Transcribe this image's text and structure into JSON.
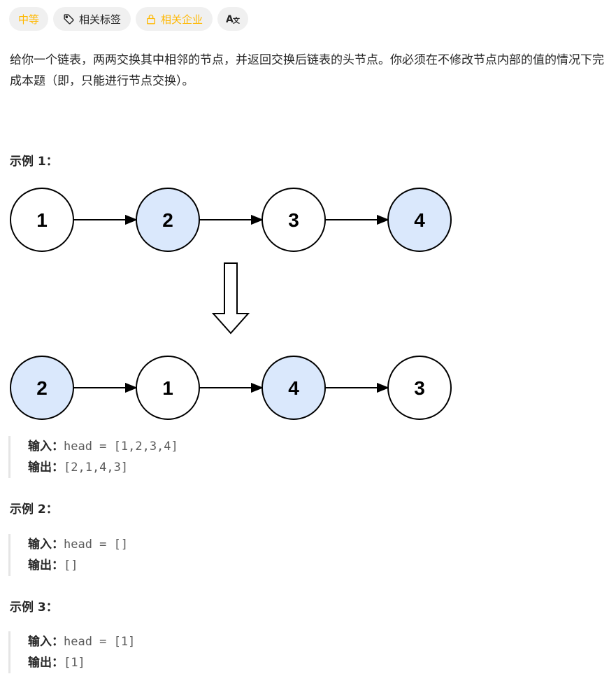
{
  "tags": {
    "difficulty": "中等",
    "related_tags": "相关标签",
    "related_companies": "相关企业"
  },
  "description": "给你一个链表，两两交换其中相邻的节点，并返回交换后链表的头节点。你必须在不修改节点内部的值的情况下完成本题（即，只能进行节点交换）。",
  "examples": [
    {
      "title": "示例 1：",
      "input_label": "输入：",
      "input_value": "head = [1,2,3,4]",
      "output_label": "输出：",
      "output_value": "[2,1,4,3]"
    },
    {
      "title": "示例 2：",
      "input_label": "输入：",
      "input_value": "head = []",
      "output_label": "输出：",
      "output_value": "[]"
    },
    {
      "title": "示例 3：",
      "input_label": "输入：",
      "input_value": "head = [1]",
      "output_label": "输出：",
      "output_value": "[1]"
    }
  ],
  "diagram": {
    "before": [
      "1",
      "2",
      "3",
      "4"
    ],
    "after": [
      "2",
      "1",
      "4",
      "3"
    ],
    "highlight_fill": "#dae8fc",
    "plain_fill": "#ffffff"
  },
  "colors": {
    "difficulty": "#ffb800",
    "tag_bg": "#f0f0f0"
  },
  "icons": {
    "related_tags": "tag-icon",
    "related_companies": "lock-icon",
    "language": "translate-icon"
  }
}
